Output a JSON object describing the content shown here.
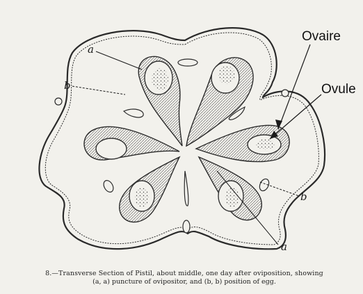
{
  "labels": {
    "ovaire": "Ovaire",
    "ovule": "Ovule",
    "a_top": "a",
    "b_left": "b",
    "b_right": "b",
    "a_bottom": "a"
  },
  "caption": {
    "line1": "8.—Transverse Section of Pistil, about middle, one day after oviposition, showing",
    "line2": "(a, a) puncture of ovipositor, and (b, b) position of egg."
  },
  "colors": {
    "ink": "#2a2a2a",
    "paper": "#f2f1ec",
    "tissue": "#e6e4de"
  }
}
